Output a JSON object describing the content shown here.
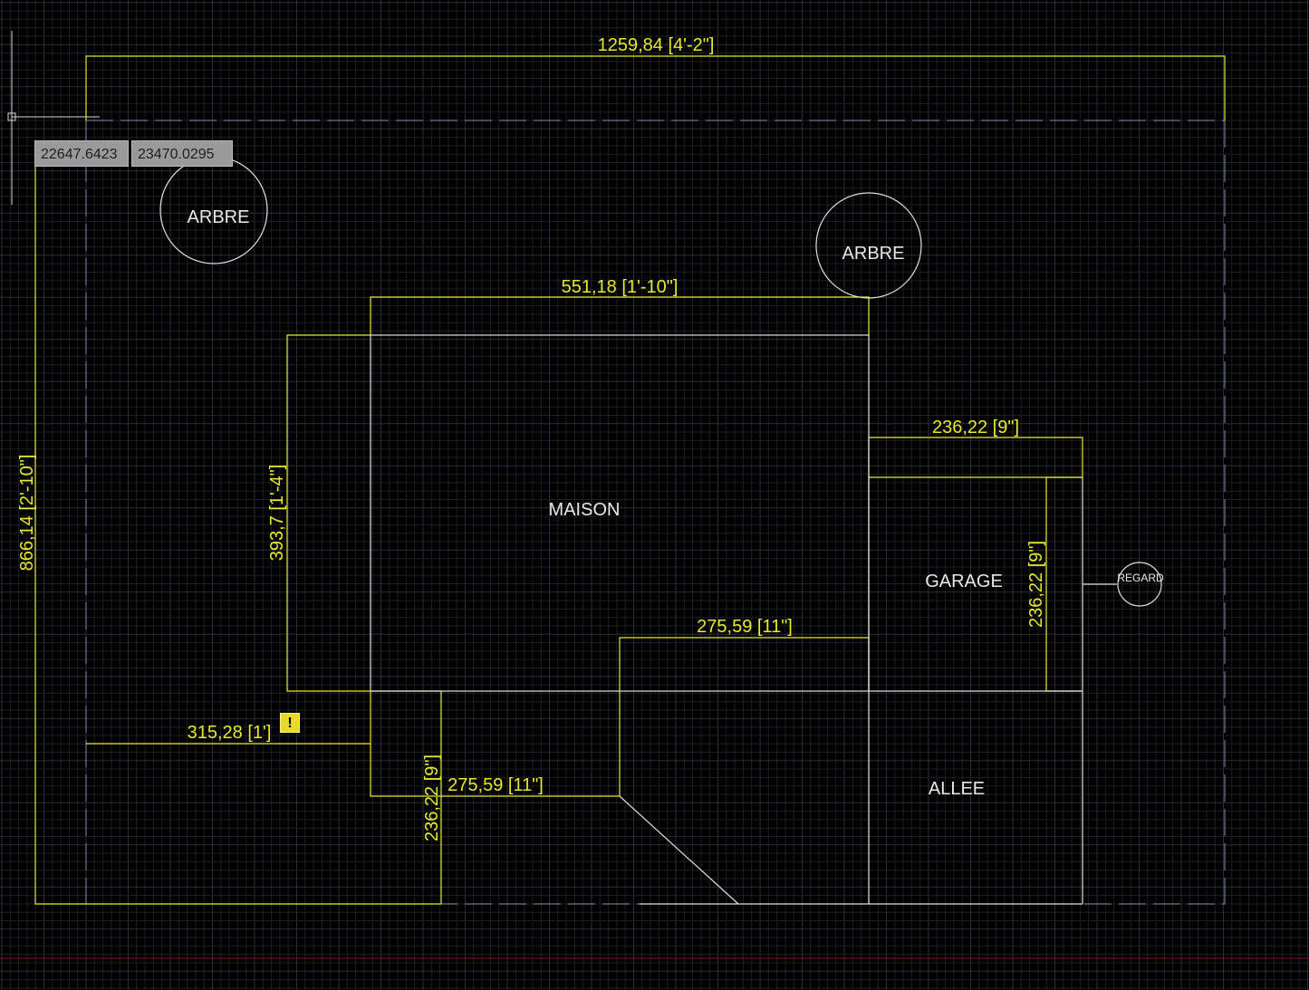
{
  "colors": {
    "background": "#000000",
    "grid_minor": "#1c1f24",
    "grid_major": "#2b3038",
    "dimension": "#e8e82c",
    "geometry": "#e0e0e0",
    "boundary_dashed": "#8a8fb0",
    "axis_red": "#7a1a1a"
  },
  "cursor": {
    "x_readout": "22647.6423",
    "y_readout": "23470.0295"
  },
  "warning": {
    "symbol": "!"
  },
  "dimensions": {
    "overall_width": "1259,84 [4'-2\"]",
    "overall_height": "866,14 [2'-10\"]",
    "maison_width": "551,18 [1'-10\"]",
    "maison_height": "393,7 [1'-4\"]",
    "garage_top": "236,22 [9\"]",
    "garage_side": "236,22 [9\"]",
    "allee_top": "275,59 [11\"]",
    "lower_width": "275,59 [11\"]",
    "lower_height": "236,22 [9\"]",
    "left_block": "315,28 [1']"
  },
  "labels": {
    "tree_1": "ARBRE",
    "tree_2": "ARBRE",
    "house": "MAISON",
    "garage": "GARAGE",
    "driveway": "ALLEE",
    "manhole": "REGARD"
  }
}
